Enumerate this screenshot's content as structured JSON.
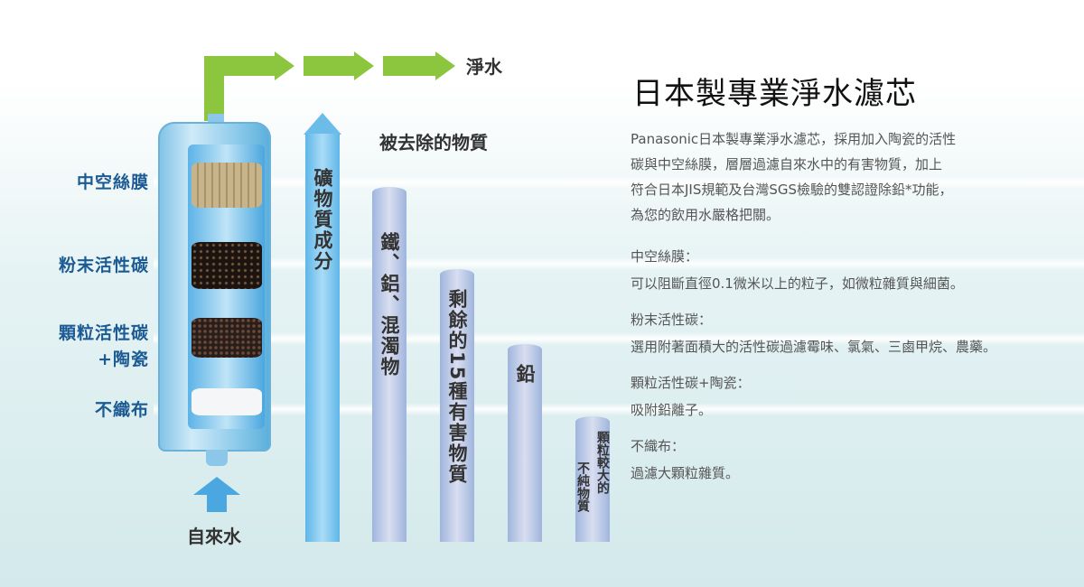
{
  "title": "日本製專業淨水濾芯",
  "intro": [
    "Panasonic日本製專業淨水濾芯，採用加入陶瓷的活性",
    "碳與中空絲膜，層層過濾自來水中的有害物質，加上",
    "符合日本JIS規範及台灣SGS檢驗的雙認證除鉛*功能，",
    "為您的飲用水嚴格把關。"
  ],
  "sections": [
    {
      "heading": "中空絲膜：",
      "body": "可以阻斷直徑0.1微米以上的粒子，如微粒雜質與細菌。"
    },
    {
      "heading": "粉末活性碳：",
      "body": "選用附著面積大的活性碳過濾霉味、氯氣、三鹵甲烷、農藥。"
    },
    {
      "heading": "顆粒活性碳+陶瓷：",
      "body": "吸附鉛離子。"
    },
    {
      "heading": "不織布：",
      "body": "過濾大顆粒雜質。"
    }
  ],
  "diagram": {
    "layers": [
      "中空絲膜",
      "粉末活性碳",
      "顆粒活性碳",
      "+陶瓷",
      "不織布"
    ],
    "input_label": "自來水",
    "output_label": "淨水",
    "removed_heading": "被去除的物質",
    "columns": [
      "礦物質成分",
      "鐵、鋁、混濁物",
      "剩餘的15種有害物質",
      "鉛"
    ],
    "last_column": [
      "顆粒較大的",
      "不純物質"
    ]
  },
  "colors": {
    "label": "#1b5a93",
    "arrow": "#8cc63f",
    "water": "#4aa7df"
  }
}
